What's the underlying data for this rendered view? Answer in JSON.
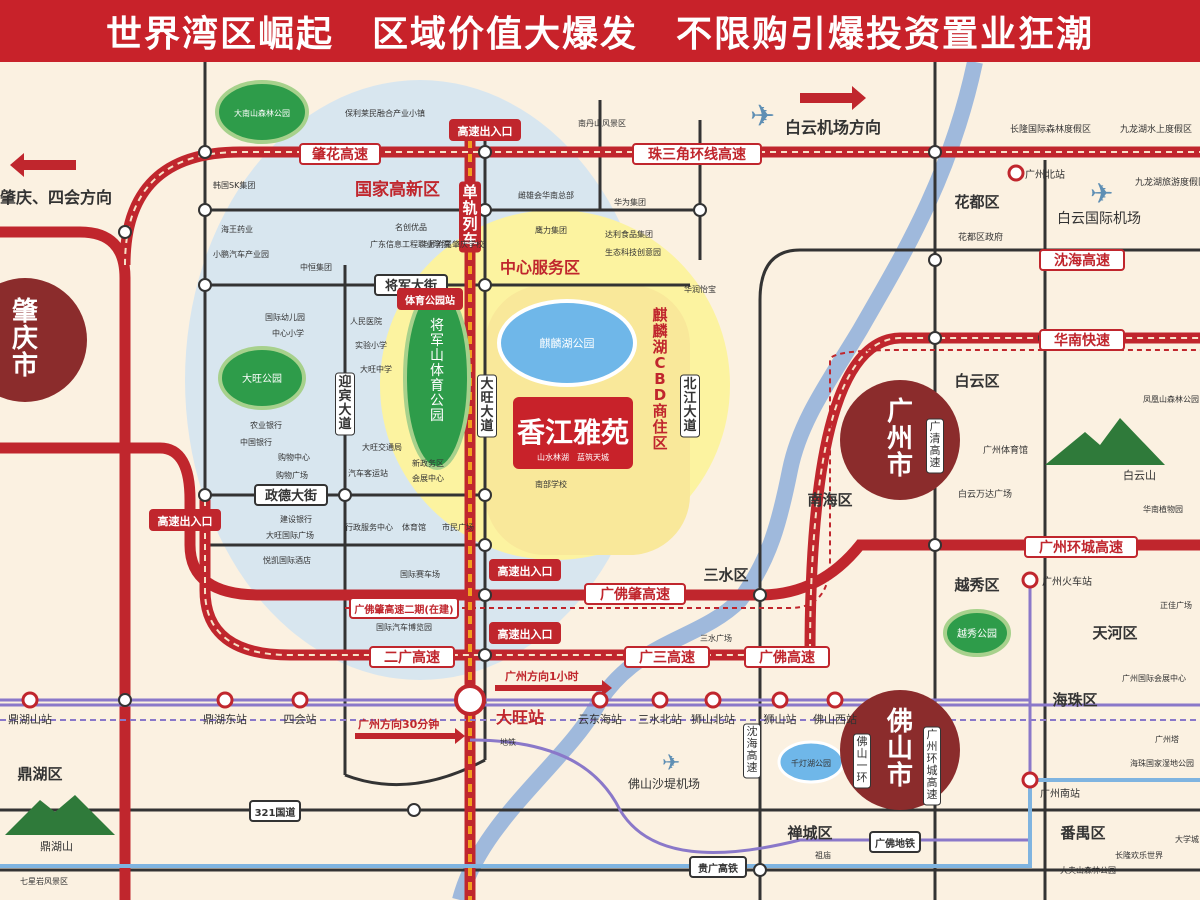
{
  "banner": {
    "text": "世界湾区崛起　区域价值大爆发　不限购引爆投资置业狂潮",
    "color": "#c8222a"
  },
  "colors": {
    "road": "#c0262d",
    "river": "#9fb9dc",
    "metro": "#8a78c9",
    "rail": "#7fb4e0",
    "grid": "#333333",
    "zone_blue": "#d8e6ef",
    "zone_yellow": "#fcf3a0",
    "park": "#2e9c4a",
    "bg": "#fbf1e1"
  },
  "directions": {
    "baiyun_airport": "白云机场方向",
    "zhaoqing_sihui": "肇庆、四会方向"
  },
  "highways": {
    "zhaohua": "肇花高速",
    "prd_ring": "珠三角环线高速",
    "guangfo_zhao": "广佛肇高速",
    "erguang": "二广高速",
    "guangsan": "广三高速",
    "guangfo": "广佛高速",
    "huanan": "华南快速",
    "shenhai": "沈海高速",
    "gz_ring": "广州环城高速",
    "guangzhao_2nd": "广佛肇高速二期(在建)",
    "shenhai_v": "沈海高速",
    "guangqing": "广清高速",
    "gz_ring_v": "广州环城高速",
    "road321": "321国道",
    "guiguang": "贵广高铁",
    "guangfo_metro": "广佛地铁"
  },
  "exits": {
    "top": "高速出入口",
    "left": "高速出入口",
    "mid1": "高速出入口",
    "mid2": "高速出入口"
  },
  "streets": {
    "jiangjun": "将军大街",
    "zhengde": "政德大街",
    "yingbin": "迎宾大道",
    "dawang": "大旺大道",
    "beijiang": "北江大道"
  },
  "monorail": "单轨列车",
  "zones": {
    "national_hitech": "国家高新区",
    "central_service": "中心服务区",
    "qilin_cbd": "麒麟湖CBD商住区"
  },
  "parks": {
    "dananshan": "大南山森林公园",
    "dawang": "大旺公园",
    "jiangjunshan": "将军山体育公园",
    "qilinhu": "麒麟湖公园",
    "yuexiu": "越秀公园",
    "qiandenghu": "千灯湖公园"
  },
  "project": {
    "name": "香江雅苑",
    "tagline": "山水林湖　蓝筑天城"
  },
  "station_tiyu": "体育公园站",
  "pois_left": [
    "保利莱民融合产业小镇",
    "韩国SK集团",
    "海王药业",
    "小鹏汽车产业园",
    "中恒集团",
    "名创优品",
    "广东信息工程职业学院",
    "华师附属肇庆学校",
    "国际幼儿园",
    "中心小学",
    "人民医院",
    "实验小学",
    "大旺中学",
    "农业银行",
    "中国银行",
    "购物中心",
    "购物广场",
    "汽车客运站",
    "大旺交通局",
    "新政务区",
    "会展中心",
    "建设银行",
    "大旺国际广场",
    "悦凯国际酒店",
    "行政服务中心",
    "体育馆",
    "市民广场",
    "国际赛车场",
    "国际汽车博览园"
  ],
  "pois_right": [
    "南丹山风景区",
    "雌雄会华南总部",
    "华为集团",
    "鹰力集团",
    "达利食品集团",
    "生态科技创意园",
    "华润怡宝",
    "南部学校"
  ],
  "city_labels": {
    "zhaoqing": "肇庆市",
    "guangzhou": "广州市",
    "foshan": "佛山市"
  },
  "districts": [
    "花都区",
    "白云区",
    "南海区",
    "三水区",
    "越秀区",
    "天河区",
    "海珠区",
    "禅城区",
    "番禺区",
    "鼎湖区"
  ],
  "gz_pois": [
    "广州北站",
    "白云国际机场",
    "花都区政府",
    "长隆国际森林度假区",
    "九龙湖水上度假区",
    "九龙湖旅游度假区",
    "凤凰山森林公园",
    "广州体育馆",
    "白云万达广场",
    "华南植物园",
    "广州火车站",
    "正佳广场",
    "广州国际会展中心",
    "广州塔",
    "海珠国家湿地公园",
    "广州南站",
    "长隆欢乐世界",
    "大夫山森林公园",
    "大学城",
    "白云山",
    "三水广场",
    "佛山沙堤机场",
    "佛山一环",
    "七星岩风景区",
    "鼎湖山",
    "地铁",
    "祖庙"
  ],
  "stations": [
    "鼎湖山站",
    "鼎湖东站",
    "四会站",
    "大旺站",
    "云东海站",
    "三水北站",
    "狮山北站",
    "狮山站",
    "佛山西站"
  ],
  "time_labels": {
    "gz_1h": "广州方向1小时",
    "gz_30m": "广州方向30分钟"
  }
}
